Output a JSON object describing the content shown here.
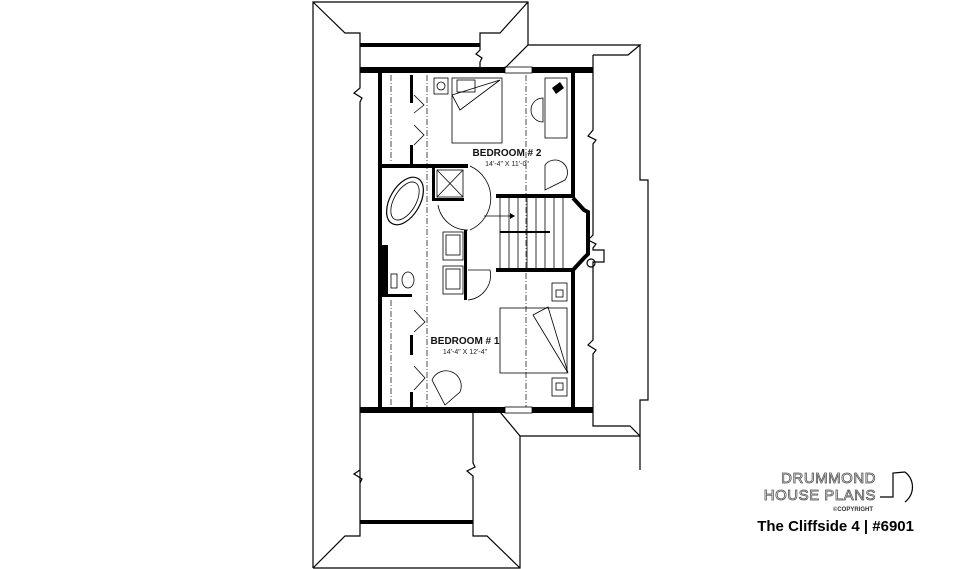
{
  "plan": {
    "rooms": [
      {
        "name": "BEDROOM # 2",
        "dimensions": "14'-4\" X 11'-0\""
      },
      {
        "name": "BEDROOM # 1",
        "dimensions": "14'-4\" X 12'-4\""
      }
    ]
  },
  "branding": {
    "logo_line1": "DRUMMOND",
    "logo_line2": "HOUSE PLANS",
    "copyright": "©COPYRIGHT",
    "title": "The Cliffside 4 | #6901"
  },
  "colors": {
    "ink": "#000000",
    "background": "#ffffff"
  }
}
